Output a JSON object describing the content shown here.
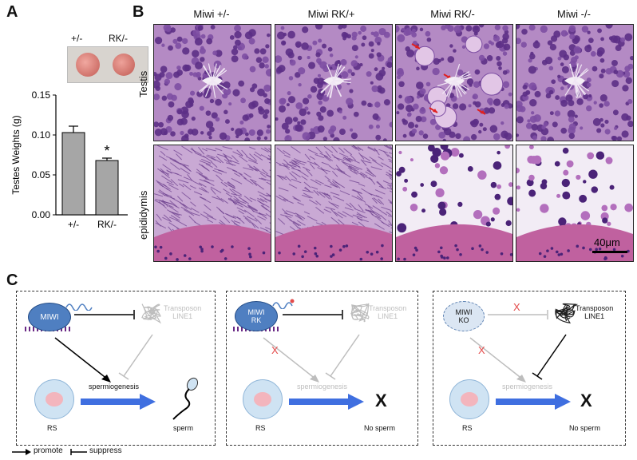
{
  "panel_a": {
    "letter": "A",
    "photo_labels": [
      "+/-",
      "RK/-"
    ],
    "chart_data": {
      "type": "bar",
      "categories": [
        "+/-",
        "RK/-"
      ],
      "values": [
        0.103,
        0.068
      ],
      "errors": [
        0.008,
        0.003
      ],
      "ylabel": "Testes Weights (g)",
      "ylim": [
        0,
        0.15
      ],
      "yticks": [
        "0.00",
        "0.05",
        "0.10",
        "0.15"
      ],
      "significance": "*",
      "bar_color": "#a6a6a6"
    }
  },
  "panel_b": {
    "letter": "B",
    "columns": [
      "Miwi +/-",
      "Miwi RK/+",
      "Miwi RK/-",
      "Miwi -/-"
    ],
    "rows": [
      "Testis",
      "epididymis"
    ],
    "scale_bar": "40μm"
  },
  "panel_c": {
    "letter": "C",
    "boxes": [
      {
        "protein": "MIWI",
        "transposon": "Transposon\nLINE1",
        "process": "spermiogenesis",
        "rs": "RS",
        "outcome": "sperm"
      },
      {
        "protein": "MIWI\nRK",
        "transposon": "Transposon\nLINE1",
        "process": "spermiogenesis",
        "rs": "RS",
        "outcome": "No sperm",
        "x": "X",
        "block": "X"
      },
      {
        "protein": "MIWI\nKO",
        "transposon": "Transposon\nLINE1",
        "process": "spermiogenesis",
        "rs": "RS",
        "outcome": "No sperm",
        "x": "X",
        "block": "X",
        "block2": "X"
      }
    ],
    "legend": {
      "promote": "promote",
      "suppress": "suppress"
    }
  }
}
